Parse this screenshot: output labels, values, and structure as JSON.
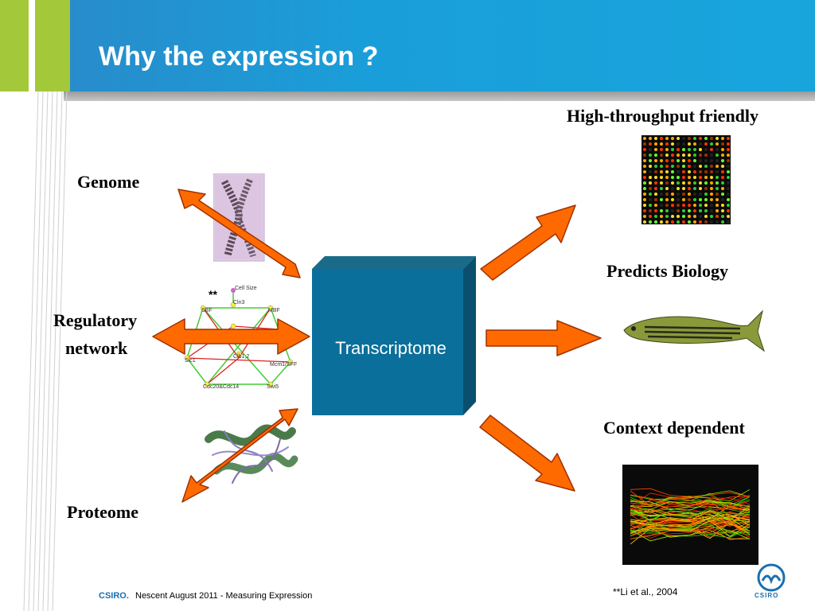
{
  "slide": {
    "title": "Why the expression ?"
  },
  "labels": {
    "genome": "Genome",
    "regulatory_line1": "Regulatory",
    "regulatory_line2": "network",
    "proteome": "Proteome",
    "transcriptome": "Transcriptome",
    "high_throughput": "High-throughput friendly",
    "predicts_biology": "Predicts Biology",
    "context_dependent": "Context dependent",
    "asterisks": "**"
  },
  "network_nodes": [
    "Cell Size",
    "Cln3",
    "SBF",
    "MBF",
    "Clb1,2",
    "Sic1",
    "Mcm1/SFF",
    "Cdc20&Cdc14",
    "Swi5"
  ],
  "footer": {
    "brand": "CSIRO.",
    "text": "Nescent August 2011 - Measuring Expression",
    "citation": "**Li et al., 2004",
    "logo_text": "CSIRO"
  },
  "colors": {
    "header_blue": "#1a9ed9",
    "accent_green": "#a3c93a",
    "arrow_orange": "#ff6a00",
    "arrow_stroke": "#a03000",
    "box_blue": "#0a6f9a"
  }
}
